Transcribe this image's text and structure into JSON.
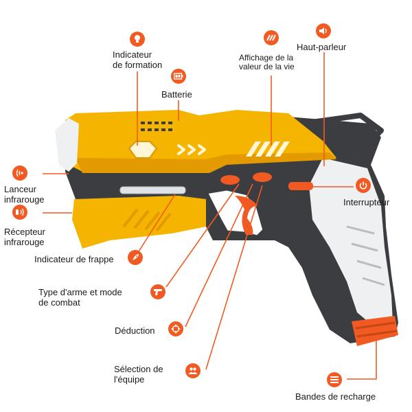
{
  "accent_color": "#f15a22",
  "body_color": "#f5b400",
  "labels": {
    "training_indicator": [
      "Indicateur",
      "de formation"
    ],
    "battery": "Batterie",
    "life_display": [
      "Affichage de la",
      "valeur de la vie"
    ],
    "speaker": "Haut-parleur",
    "ir_launcher": [
      "Lanceur",
      "infrarouge"
    ],
    "ir_receiver": [
      "Récepteur",
      "infrarouge"
    ],
    "power_switch": "Interrupteur",
    "hit_indicator": "Indicateur de frappe",
    "weapon_mode": [
      "Type d'arme et mode",
      "de combat"
    ],
    "deduction": "Déduction",
    "team_select": [
      "Sélection de",
      "l'équipe"
    ],
    "reload_strips": "Bandes de recharge"
  },
  "icons": {
    "training_indicator": "lightbulb-icon",
    "battery": "battery-icon",
    "life_display": "slash-bars-icon",
    "speaker": "speaker-icon",
    "ir_launcher": "signal-waves-icon",
    "ir_receiver": "receiver-waves-icon",
    "power_switch": "power-icon",
    "hit_indicator": "rocket-icon",
    "weapon_mode": "pistol-icon",
    "deduction": "crosshair-icon",
    "team_select": "team-icon",
    "reload_strips": "strips-icon"
  }
}
